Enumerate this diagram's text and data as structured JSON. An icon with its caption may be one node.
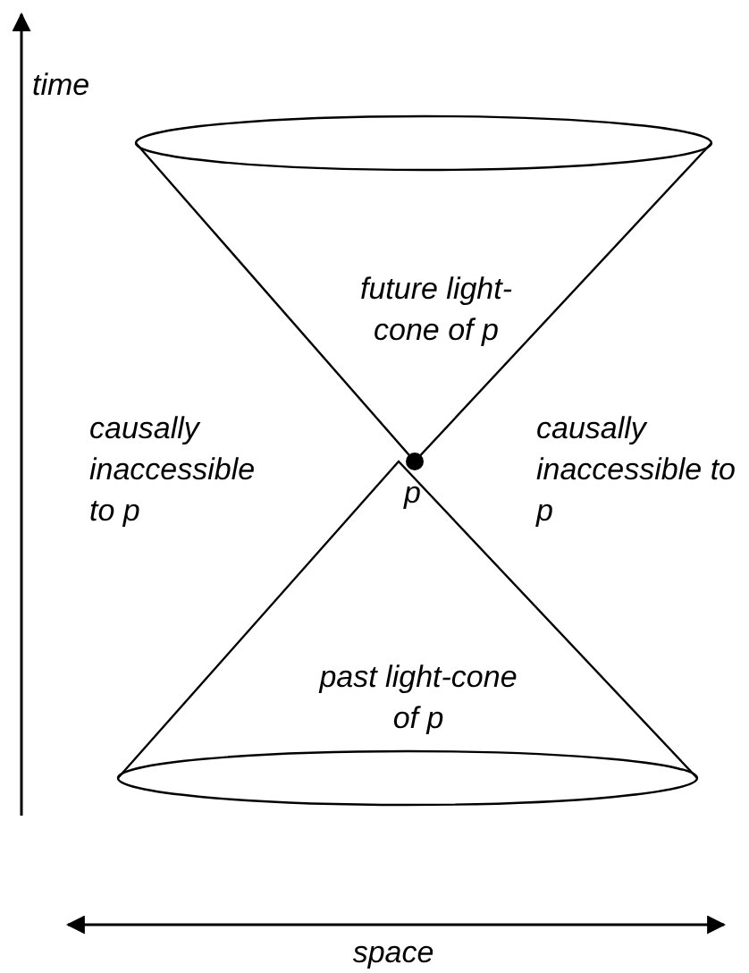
{
  "diagram": {
    "nodes": [
      {
        "text": [
          "future light-cone of p"
        ]
      },
      {
        "text": [
          "past light-cone of p"
        ]
      }
    ],
    "labels": [
      "time",
      "causally inaccessible to p",
      "p",
      "causally inaccessible to p",
      "space"
    ]
  }
}
